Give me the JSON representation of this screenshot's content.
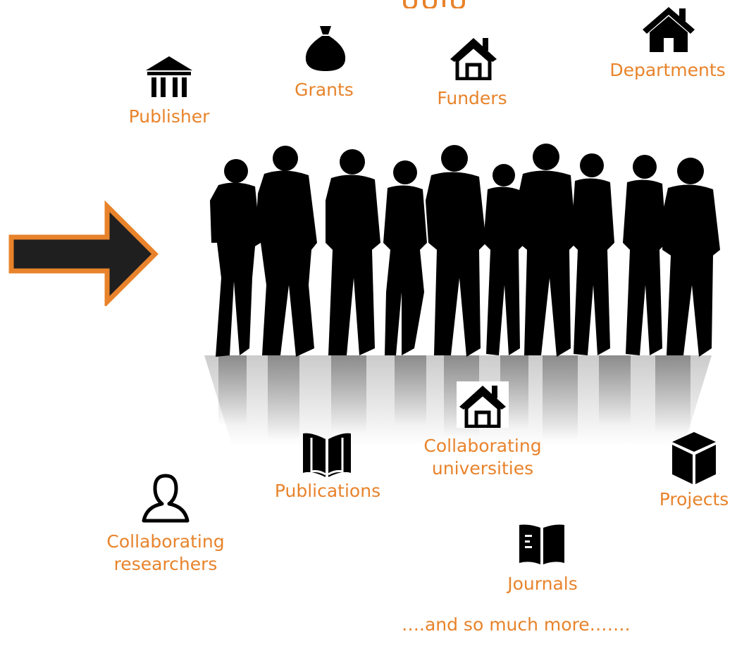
{
  "colors": {
    "accent": "#E8832B",
    "icon": "#000000",
    "arrow_fill": "#1f1f1f",
    "arrow_stroke": "#E8832B"
  },
  "items": {
    "publisher": {
      "label": "Publisher",
      "icon": "building-columns-icon"
    },
    "grants": {
      "label": "Grants",
      "icon": "money-bag-icon"
    },
    "funders": {
      "label": "Funders",
      "icon": "house-outline-icon"
    },
    "departments": {
      "label": "Departments",
      "icon": "house-solid-icon"
    },
    "collab_universities": {
      "line1": "Collaborating",
      "line2": "universities",
      "icon": "house-outline-icon"
    },
    "publications": {
      "label": "Publications",
      "icon": "open-book-icon"
    },
    "projects": {
      "label": "Projects",
      "icon": "cube-icon"
    },
    "collab_researchers": {
      "line1": "Collaborating",
      "line2": "researchers",
      "icon": "person-outline-icon"
    },
    "journals": {
      "label": "Journals",
      "icon": "journal-book-icon"
    }
  },
  "footer": {
    "more": "….and so much more……."
  }
}
